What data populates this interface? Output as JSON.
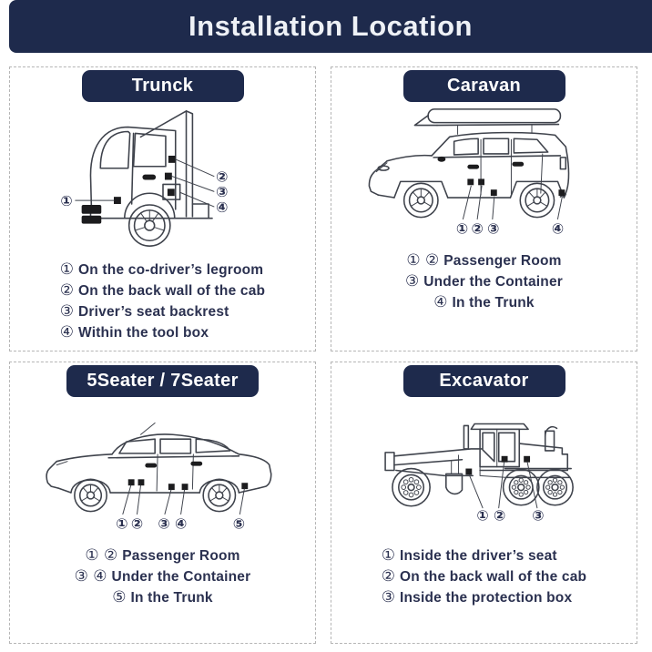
{
  "header": {
    "title": "Installation Location"
  },
  "colors": {
    "navy": "#1e2a4c",
    "text": "#2b3150",
    "line_art": "#3f434c",
    "dashed_border": "#b5b5b5"
  },
  "quadrants": [
    {
      "title": "Trunck",
      "vehicle": "cab-over-truck",
      "diagram_labels": [
        "①",
        "②",
        "③",
        "④"
      ],
      "items": [
        {
          "prefix": "①",
          "text": "On the co-driver’s legroom"
        },
        {
          "prefix": "②",
          "text": "On the back wall of the cab"
        },
        {
          "prefix": "③",
          "text": "Driver’s seat backrest"
        },
        {
          "prefix": "④",
          "text": "Within the tool box"
        }
      ]
    },
    {
      "title": "Caravan",
      "vehicle": "suv-with-roof-box",
      "diagram_labels": [
        "①",
        "②",
        "③",
        "④"
      ],
      "items": [
        {
          "prefix": "① ②",
          "text": "Passenger Room"
        },
        {
          "prefix": "③",
          "text": "Under the Container"
        },
        {
          "prefix": "④",
          "text": "In the Trunk"
        }
      ]
    },
    {
      "title": "5Seater / 7Seater",
      "vehicle": "sedan",
      "diagram_labels": [
        "①",
        "②",
        "③",
        "④",
        "⑤"
      ],
      "items": [
        {
          "prefix": "① ②",
          "text": "Passenger Room"
        },
        {
          "prefix": "③ ④",
          "text": "Under the Container"
        },
        {
          "prefix": "⑤",
          "text": "In the Trunk"
        }
      ]
    },
    {
      "title": "Excavator",
      "vehicle": "motor-grader",
      "diagram_labels": [
        "①",
        "②",
        "③"
      ],
      "items": [
        {
          "prefix": "①",
          "text": "Inside the driver’s seat"
        },
        {
          "prefix": "②",
          "text": "On the back wall of the cab"
        },
        {
          "prefix": "③",
          "text": "Inside the protection box"
        }
      ]
    }
  ]
}
